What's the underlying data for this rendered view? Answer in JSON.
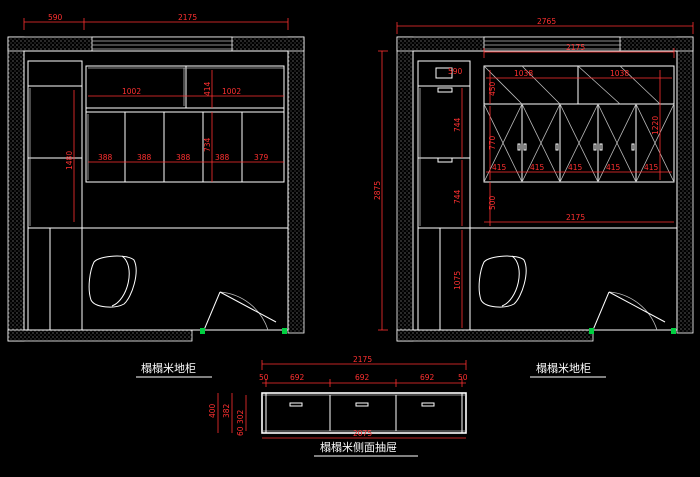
{
  "titles": {
    "left": "榻榻米地柜",
    "right": "榻榻米地柜",
    "bottom": "榻榻米侧面抽屉"
  },
  "left_view": {
    "top_dims": [
      "590",
      "2175"
    ],
    "row_dims_top": [
      "1002",
      "1002"
    ],
    "row_dims_mid": [
      "388",
      "388",
      "388",
      "388",
      "379"
    ],
    "vertical_dims": [
      "414",
      "734",
      "1480"
    ]
  },
  "right_view": {
    "top_dims": [
      "2765",
      "2175"
    ],
    "small_dim": "590",
    "row_dims_top": [
      "1038",
      "1038"
    ],
    "row_dims_mid": [
      "415",
      "415",
      "415",
      "415",
      "415"
    ],
    "bottom_width": "2175",
    "vertical_dims": [
      "450",
      "770",
      "1220",
      "744",
      "744",
      "500",
      "1075",
      "2875"
    ]
  },
  "drawer_view": {
    "top_dim": "2175",
    "seg_dims": [
      "50",
      "692",
      "692",
      "692",
      "50"
    ],
    "bottom_dim": "2075",
    "vertical_dims": [
      "400",
      "382",
      "302",
      "60"
    ]
  },
  "colors": {
    "line": "#ffffff",
    "dimension": "#ff3030",
    "hinge": "#00d040",
    "background": "#000000"
  }
}
